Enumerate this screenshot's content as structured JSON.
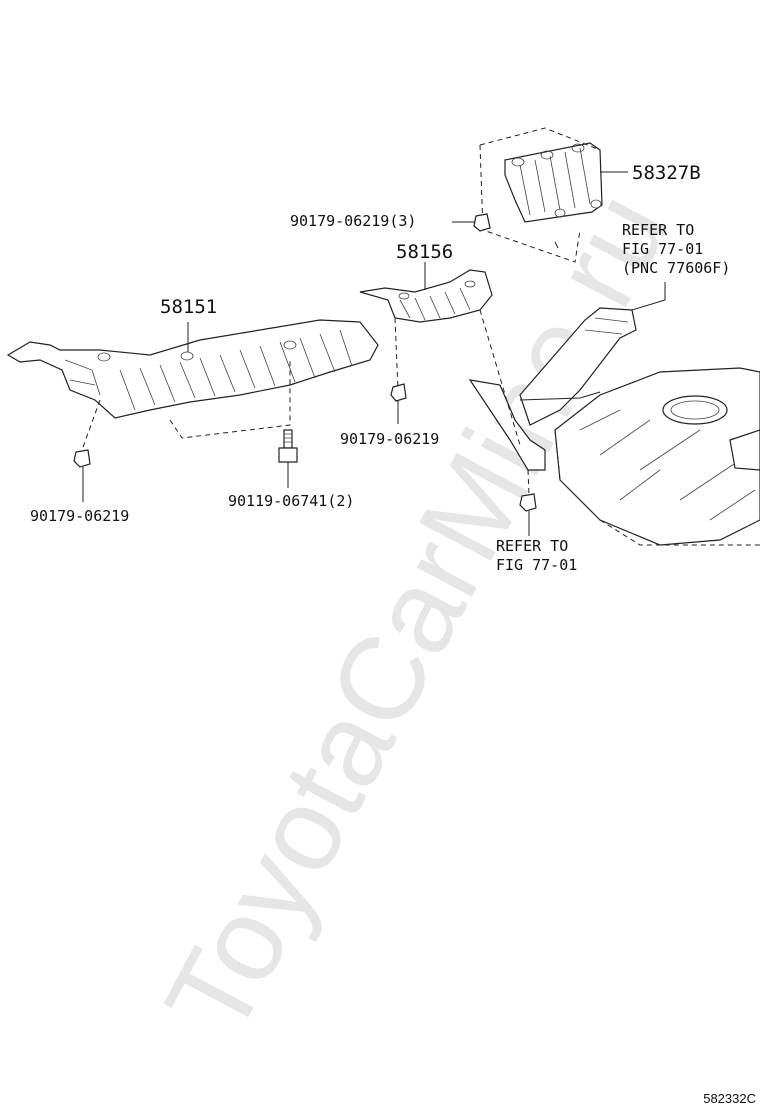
{
  "watermark": "ToyotaCarMine.ru",
  "diagram_code": "582332C",
  "parts": {
    "p58327b": "58327B",
    "p58156": "58156",
    "p58151": "58151",
    "clip_top": "90179-06219(3)",
    "clip_mid": "90179-06219",
    "clip_left": "90179-06219",
    "bolt": "90119-06741(2)"
  },
  "refs": {
    "ref_upper_1": "REFER TO",
    "ref_upper_2": "FIG 77-01",
    "ref_upper_3": "(PNC 77606F)",
    "ref_lower_1": "REFER TO",
    "ref_lower_2": "FIG 77-01"
  }
}
